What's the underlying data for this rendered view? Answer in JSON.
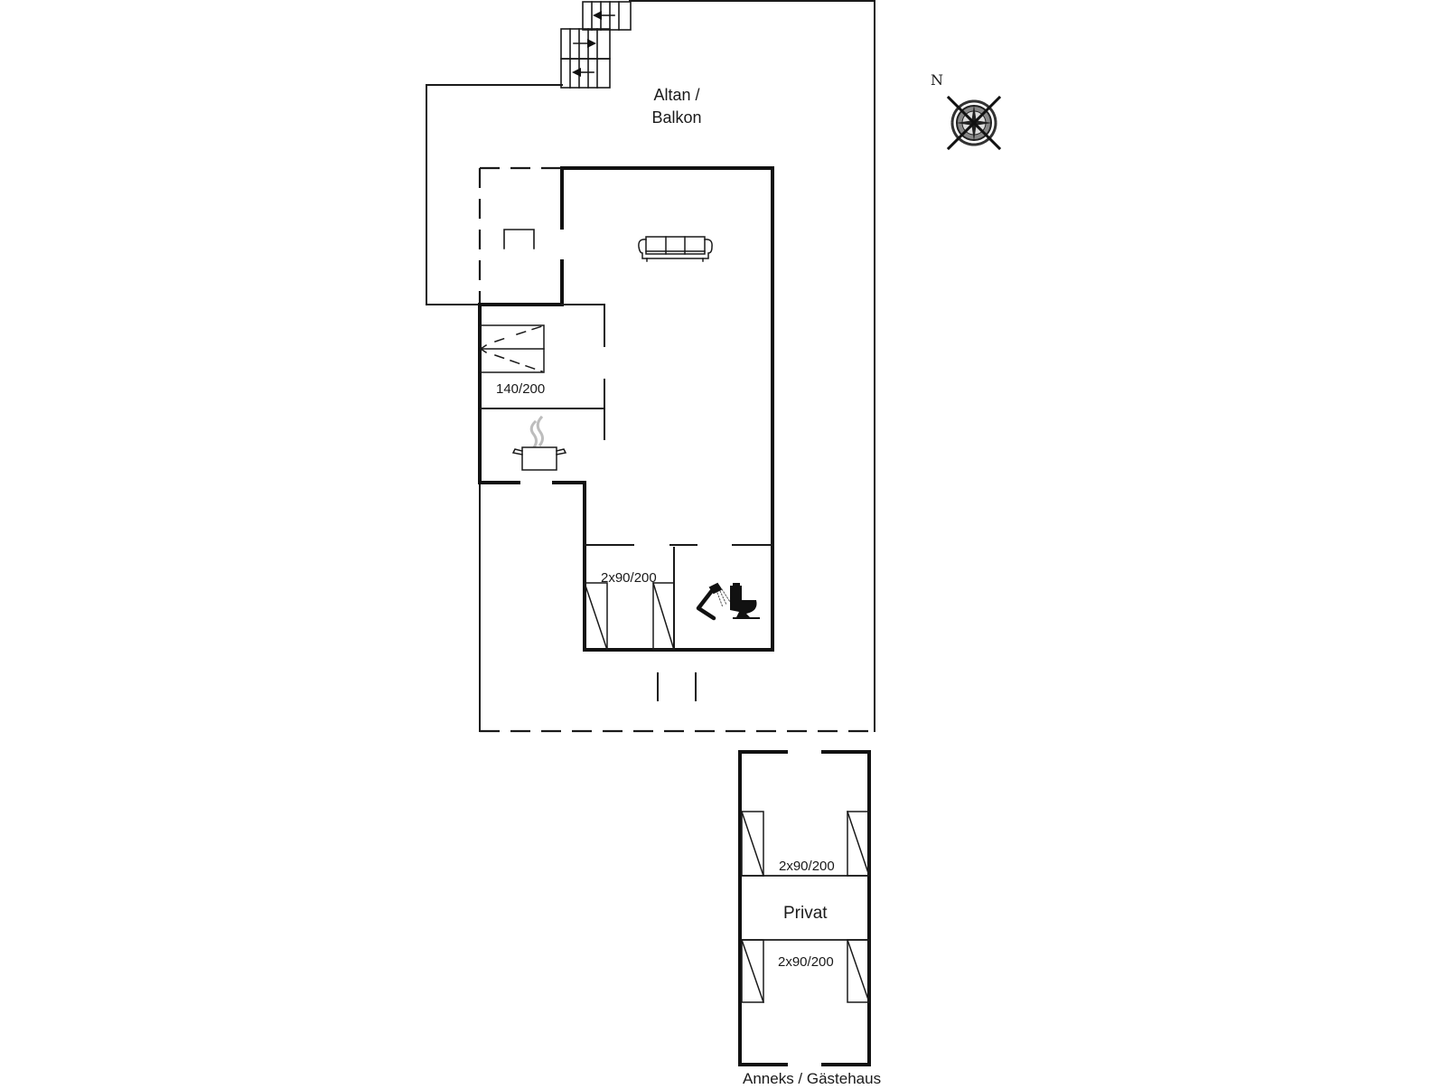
{
  "plan": {
    "title": "Floor plan",
    "colors": {
      "wall": "#111111",
      "line": "#1a1a1a",
      "steam": "#bdbdbd",
      "background": "#ffffff"
    }
  },
  "labels": {
    "balcony_line1": "Altan /",
    "balcony_line2": "Balkon",
    "bed_double": "140/200",
    "bed_twin_main": "2x90/200",
    "annex_privat": "Privat",
    "annex_bed_upper": "2x90/200",
    "annex_bed_lower": "2x90/200",
    "annex_caption": "Anneks / Gästehaus",
    "north": "N"
  },
  "icons": {
    "stairs": "stairs-icon",
    "compass": "compass-rose-icon",
    "sofa": "sofa-icon",
    "stove": "cooking-pot-icon",
    "shower": "shower-icon",
    "toilet": "toilet-icon",
    "fireplace": "fireplace-icon"
  }
}
